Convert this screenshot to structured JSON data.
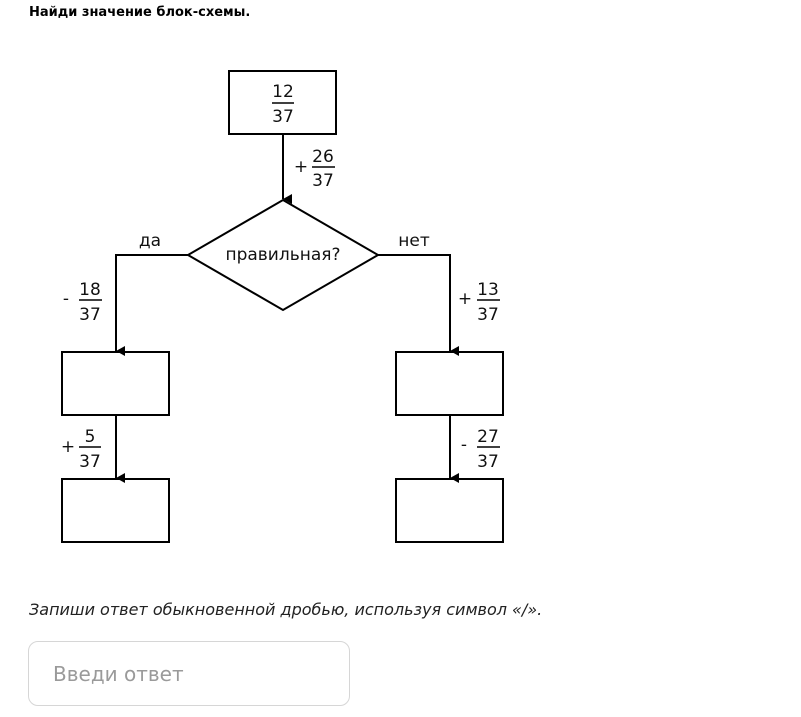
{
  "title": "Найди значение блок-схемы.",
  "flowchart": {
    "start": {
      "num": "12",
      "den": "37"
    },
    "step1": {
      "sign": "+",
      "num": "26",
      "den": "37"
    },
    "condition": "правильная?",
    "yes_label": "да",
    "no_label": "нет",
    "yes_step1": {
      "sign": "-",
      "num": "18",
      "den": "37"
    },
    "yes_step2": {
      "sign": "+",
      "num": "5",
      "den": "37"
    },
    "no_step1": {
      "sign": "+",
      "num": "13",
      "den": "37"
    },
    "no_step2": {
      "sign": "-",
      "num": "27",
      "den": "37"
    }
  },
  "hint": "Запиши ответ обыкновенной дробью, используя символ «/».",
  "answer": {
    "placeholder": "Введи ответ",
    "value": ""
  }
}
